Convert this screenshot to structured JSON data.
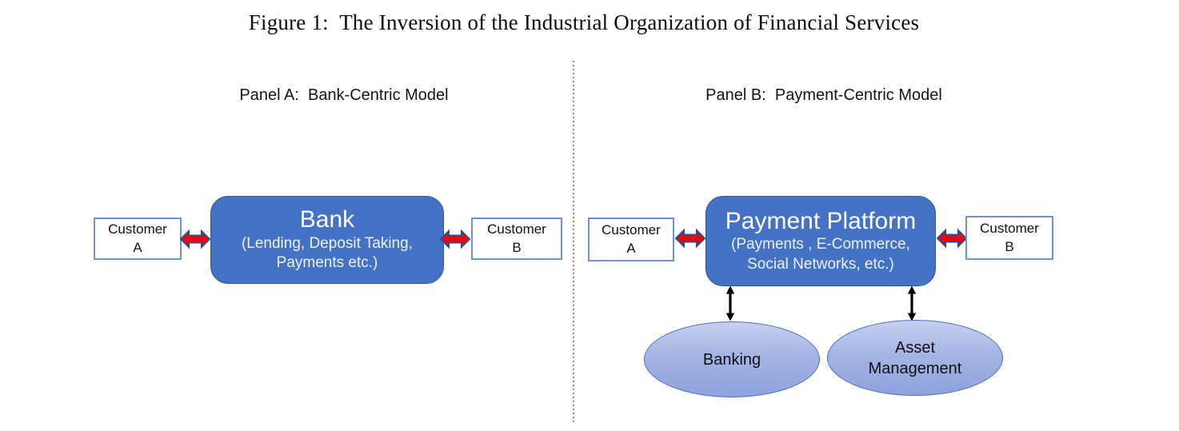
{
  "figure": {
    "title": "Figure 1:  The Inversion of the Industrial Organization of Financial Services"
  },
  "panel_a": {
    "header": "Panel A:  Bank-Centric Model",
    "customer_a": {
      "line1": "Customer",
      "line2": "A"
    },
    "customer_b": {
      "line1": "Customer",
      "line2": "B"
    },
    "hub": {
      "title": "Bank",
      "sub_line1": "(Lending, Deposit Taking,",
      "sub_line2": "Payments etc.)"
    }
  },
  "panel_b": {
    "header": "Panel B:  Payment-Centric Model",
    "customer_a": {
      "line1": "Customer",
      "line2": "A"
    },
    "customer_b": {
      "line1": "Customer",
      "line2": "B"
    },
    "hub": {
      "title": "Payment Platform",
      "sub_line1": "(Payments , E-Commerce,",
      "sub_line2": "Social Networks, etc.)"
    },
    "ellipse_banking": {
      "label": "Banking"
    },
    "ellipse_asset": {
      "line1": "Asset",
      "line2": "Management"
    }
  },
  "colors": {
    "hub_fill": "#4472C4",
    "hub_border": "#2F5597",
    "customer_border": "#6E93D6",
    "red_arrow_fill": "#EE0606",
    "red_arrow_outline": "#2A4B9B",
    "ellipse_gradient_top": "#C6D0EF",
    "ellipse_gradient_bottom": "#8FA2DC",
    "ellipse_border": "#4472C4",
    "black_arrow": "#000000",
    "divider_dots": "#8A8A8A"
  }
}
